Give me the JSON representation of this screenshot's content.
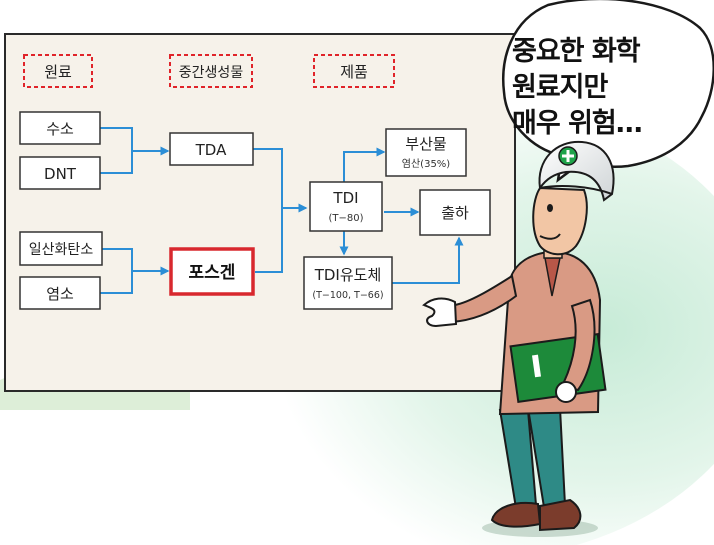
{
  "categories": {
    "raw": "원료",
    "intermediate": "중간생성물",
    "product": "제품"
  },
  "nodes": {
    "hydrogen": "수소",
    "dnt": "DNT",
    "co": "일산화탄소",
    "chlorine": "염소",
    "tda": "TDA",
    "phosgene": "포스겐",
    "tdi": "TDI",
    "tdi_sub": "(T−80)",
    "byproduct": "부산물",
    "byproduct_sub": "염산(35%)",
    "shipment": "출하",
    "tdi_derivative": "TDI유도체",
    "tdi_derivative_sub": "(T−100, T−66)"
  },
  "speech_bubble": "중요한 화학\n원료지만\n매우 위험…",
  "colors": {
    "arrow": "#2b8ed6",
    "phosgene_border": "#d8282e",
    "category_border": "#e0242a",
    "board": "#f6f2ea",
    "helmet_cross": "#1fa34a",
    "folder": "#1d8a3a"
  }
}
